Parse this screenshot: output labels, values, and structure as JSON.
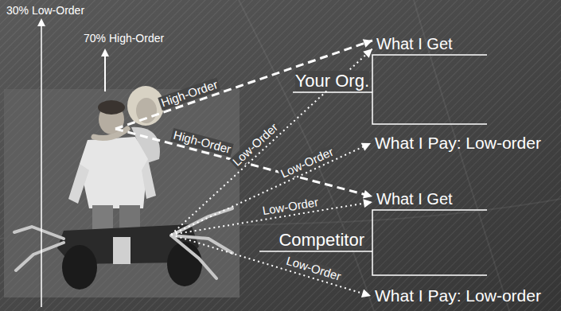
{
  "diagram": {
    "nodes": [
      {
        "text": [
          "30% Low-Order",
          "70% High-Order"
        ]
      },
      {
        "text": [
          "What I Get"
        ]
      },
      {
        "text": [
          "What I Pay: Low-order"
        ]
      },
      {
        "text": [
          "What I Get"
        ]
      },
      {
        "text": [
          "What I Pay: Low-order"
        ]
      }
    ],
    "edges": [
      {
        "from": 0,
        "to": 1,
        "label": "High-Order",
        "arrow": "to"
      },
      {
        "from": 0,
        "to": 3,
        "label": "High-Order",
        "arrow": "to"
      },
      {
        "from": 0,
        "to": 1,
        "label": "Low-Order",
        "arrow": "to"
      },
      {
        "from": 0,
        "to": 2,
        "label": "Low-Order",
        "arrow": "to"
      },
      {
        "from": 0,
        "to": 3,
        "label": "Low-Order",
        "arrow": "to"
      },
      {
        "from": 0,
        "to": 4,
        "label": "Low-Order",
        "arrow": "to"
      }
    ],
    "labels": [
      "Your Org.",
      "Competitor"
    ]
  }
}
